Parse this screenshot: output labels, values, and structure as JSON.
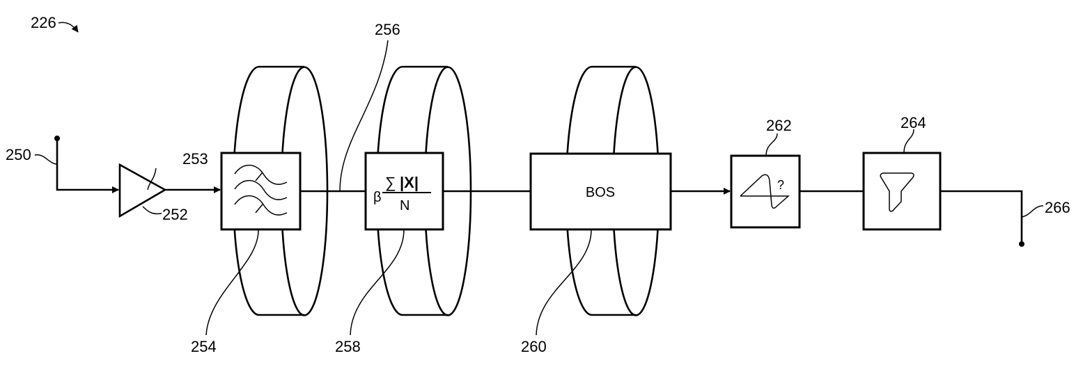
{
  "figure": {
    "ref": "226",
    "labels": {
      "input_node": "250",
      "amplifier": "252",
      "amp_output": "253",
      "filter_module": "254",
      "connection": "256",
      "averaging_module": "258",
      "bos_module": "260",
      "clipping_module": "262",
      "output_filter": "264",
      "output_node": "266"
    },
    "blocks": {
      "averaging_beta": "β",
      "averaging_sum": "∑",
      "averaging_abs": "|X|",
      "averaging_n": "N",
      "bos": "BOS",
      "clip_question": "?"
    }
  }
}
